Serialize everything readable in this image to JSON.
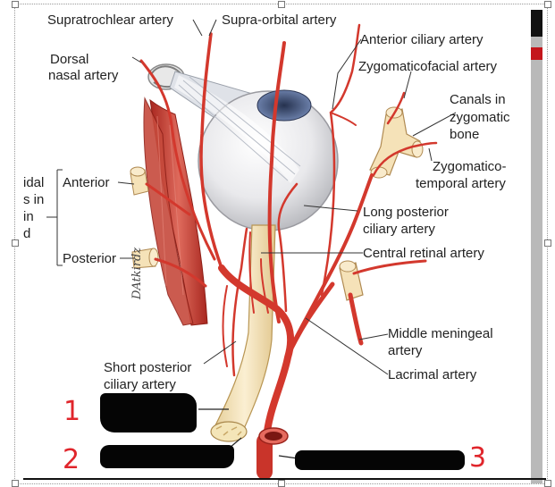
{
  "labels": {
    "supratrochlear": "Supratrochlear artery",
    "supraorbital": "Supra-orbital artery",
    "anterior_ciliary": "Anterior ciliary artery",
    "dorsal_nasal_1": "Dorsal",
    "dorsal_nasal_2": "nasal artery",
    "zygomaticofacial": "Zygomaticofacial artery",
    "canals_1": "Canals in",
    "canals_2": "zygomatic",
    "canals_3": "bone",
    "zygomaticotemporal_1": "Zygomatico-",
    "zygomaticotemporal_2": "temporal artery",
    "anterior": "Anterior",
    "posterior": "Posterior",
    "long_posterior_1": "Long posterior",
    "long_posterior_2": "ciliary artery",
    "central_retinal": "Central retinal artery",
    "middle_meningeal_1": "Middle meningeal",
    "middle_meningeal_2": "artery",
    "lacrimal": "Lacrimal artery",
    "short_posterior_1": "Short posterior",
    "short_posterior_2": "ciliary artery",
    "cut_1": "idal",
    "cut_2": "s in",
    "cut_3": "in",
    "cut_4": "d",
    "signature": "DAtkirdz"
  },
  "annotations": {
    "mark_1": "1",
    "mark_2": "2",
    "mark_3": "3"
  },
  "colors": {
    "artery": "#d3382d",
    "muscle": "#c0392b",
    "nerve": "#f1dfb6",
    "annotation": "#e0252b",
    "redaction": "#050505"
  }
}
